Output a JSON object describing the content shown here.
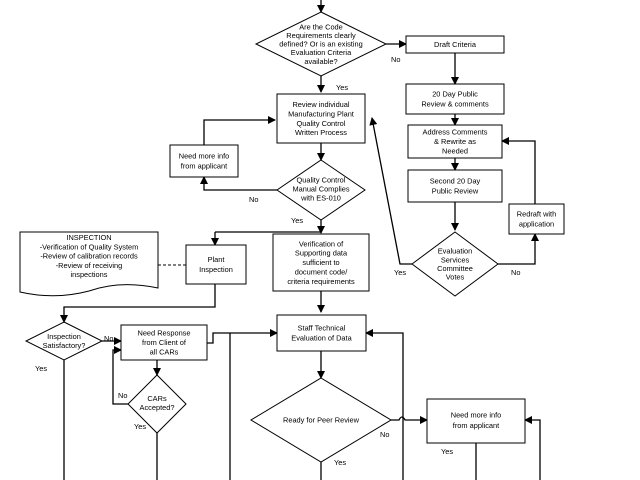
{
  "nodes": {
    "code_req": [
      "Are the Code",
      "Requirements clearly",
      "defined? Or is an existing",
      "Evaluation Criteria",
      "available?"
    ],
    "draft_criteria": [
      "Draft Criteria"
    ],
    "public_review": [
      "20 Day Public",
      "Review & comments"
    ],
    "review_plant": [
      "Review individual",
      "Manufacturing Plant",
      "Quality Control",
      "Written Process"
    ],
    "address_comments": [
      "Address Comments",
      "& Rewrite as",
      "Needed"
    ],
    "need_more_info_1": [
      "Need more info",
      "from applicant"
    ],
    "second_review": [
      "Second 20 Day",
      "Public Review"
    ],
    "qc_manual": [
      "Quality Control",
      "Manual Complies",
      "with ES-010"
    ],
    "redraft": [
      "Redraft with",
      "application"
    ],
    "inspection_note": [
      "INSPECTION",
      "-Verification of Quality System",
      "-Review of calibration records",
      "-Review of receiving",
      "inspections"
    ],
    "plant_inspection": [
      "Plant",
      "Inspection"
    ],
    "verification": [
      "Verification of",
      "Supporting data",
      "sufficient to",
      "document code/",
      "criteria requirements"
    ],
    "committee_votes": [
      "Evaluation",
      "Services",
      "Committee",
      "Votes"
    ],
    "inspection_satisfactory": [
      "Inspection",
      "Satisfactory?"
    ],
    "need_response": [
      "Need Response",
      "from Client of",
      "all CARs"
    ],
    "staff_eval": [
      "Staff Technical",
      "Evaluation of Data"
    ],
    "cars_accepted": [
      "CARs",
      "Accepted?"
    ],
    "peer_review": [
      "Ready for Peer Review"
    ],
    "need_more_info_2": [
      "Need more info",
      "from applicant"
    ]
  },
  "edge_labels": {
    "code_no": "No",
    "code_yes": "Yes",
    "qc_no": "No",
    "qc_yes": "Yes",
    "votes_yes": "Yes",
    "votes_no": "No",
    "insp_no": "No",
    "insp_yes": "Yes",
    "cars_no": "No",
    "cars_yes": "Yes",
    "peer_no": "No",
    "peer_yes": "Yes",
    "info2_yes": "Yes"
  }
}
